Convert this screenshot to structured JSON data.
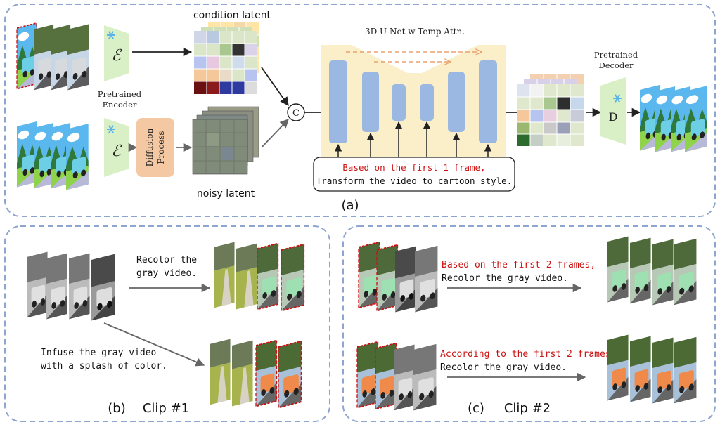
{
  "panel_a": {
    "label": "(a)",
    "condition_latent_label": "condition latent",
    "noisy_latent_label": "noisy latent",
    "encoder_label_line1": "Pretrained",
    "encoder_label_line2": "Encoder",
    "encoder_symbol": "ℰ",
    "diffusion_line1": "Diffusion",
    "diffusion_line2": "Process",
    "concat_symbol": "C",
    "unet_label": "3D U-Net w Temp Attn.",
    "decoder_label_line1": "Pretrained",
    "decoder_label_line2": "Decoder",
    "decoder_symbol": "D",
    "prompt_line1": "Based on the first 1 frame,",
    "prompt_line2": "Transform the video to cartoon style.",
    "frozen_icon": "snowflake-icon"
  },
  "panel_b": {
    "label": "(b)",
    "clip_label": "Clip #1",
    "prompt1_line1": "Recolor the",
    "prompt1_line2": "gray video.",
    "prompt2_line1": "Infuse the gray video",
    "prompt2_line2": "with a splash of color."
  },
  "panel_c": {
    "label": "(c)",
    "clip_label": "Clip #2",
    "prompt1_line1": "Based on the first 2 frames,",
    "prompt1_line2": "Recolor the gray video.",
    "prompt2_line1": "According to the first 2 frames,",
    "prompt2_line2": "Recolor the gray video."
  },
  "colors": {
    "panel_border": "#8ea6cf",
    "highlight_red": "#cc1111",
    "encoder_green": "#d9efc6",
    "diffusion_orange": "#f3c8a3",
    "unet_bg": "#faefc8",
    "unet_block": "#9ab8e2",
    "snowflake": "#5ab4e6",
    "arrow_gray": "#666666"
  }
}
